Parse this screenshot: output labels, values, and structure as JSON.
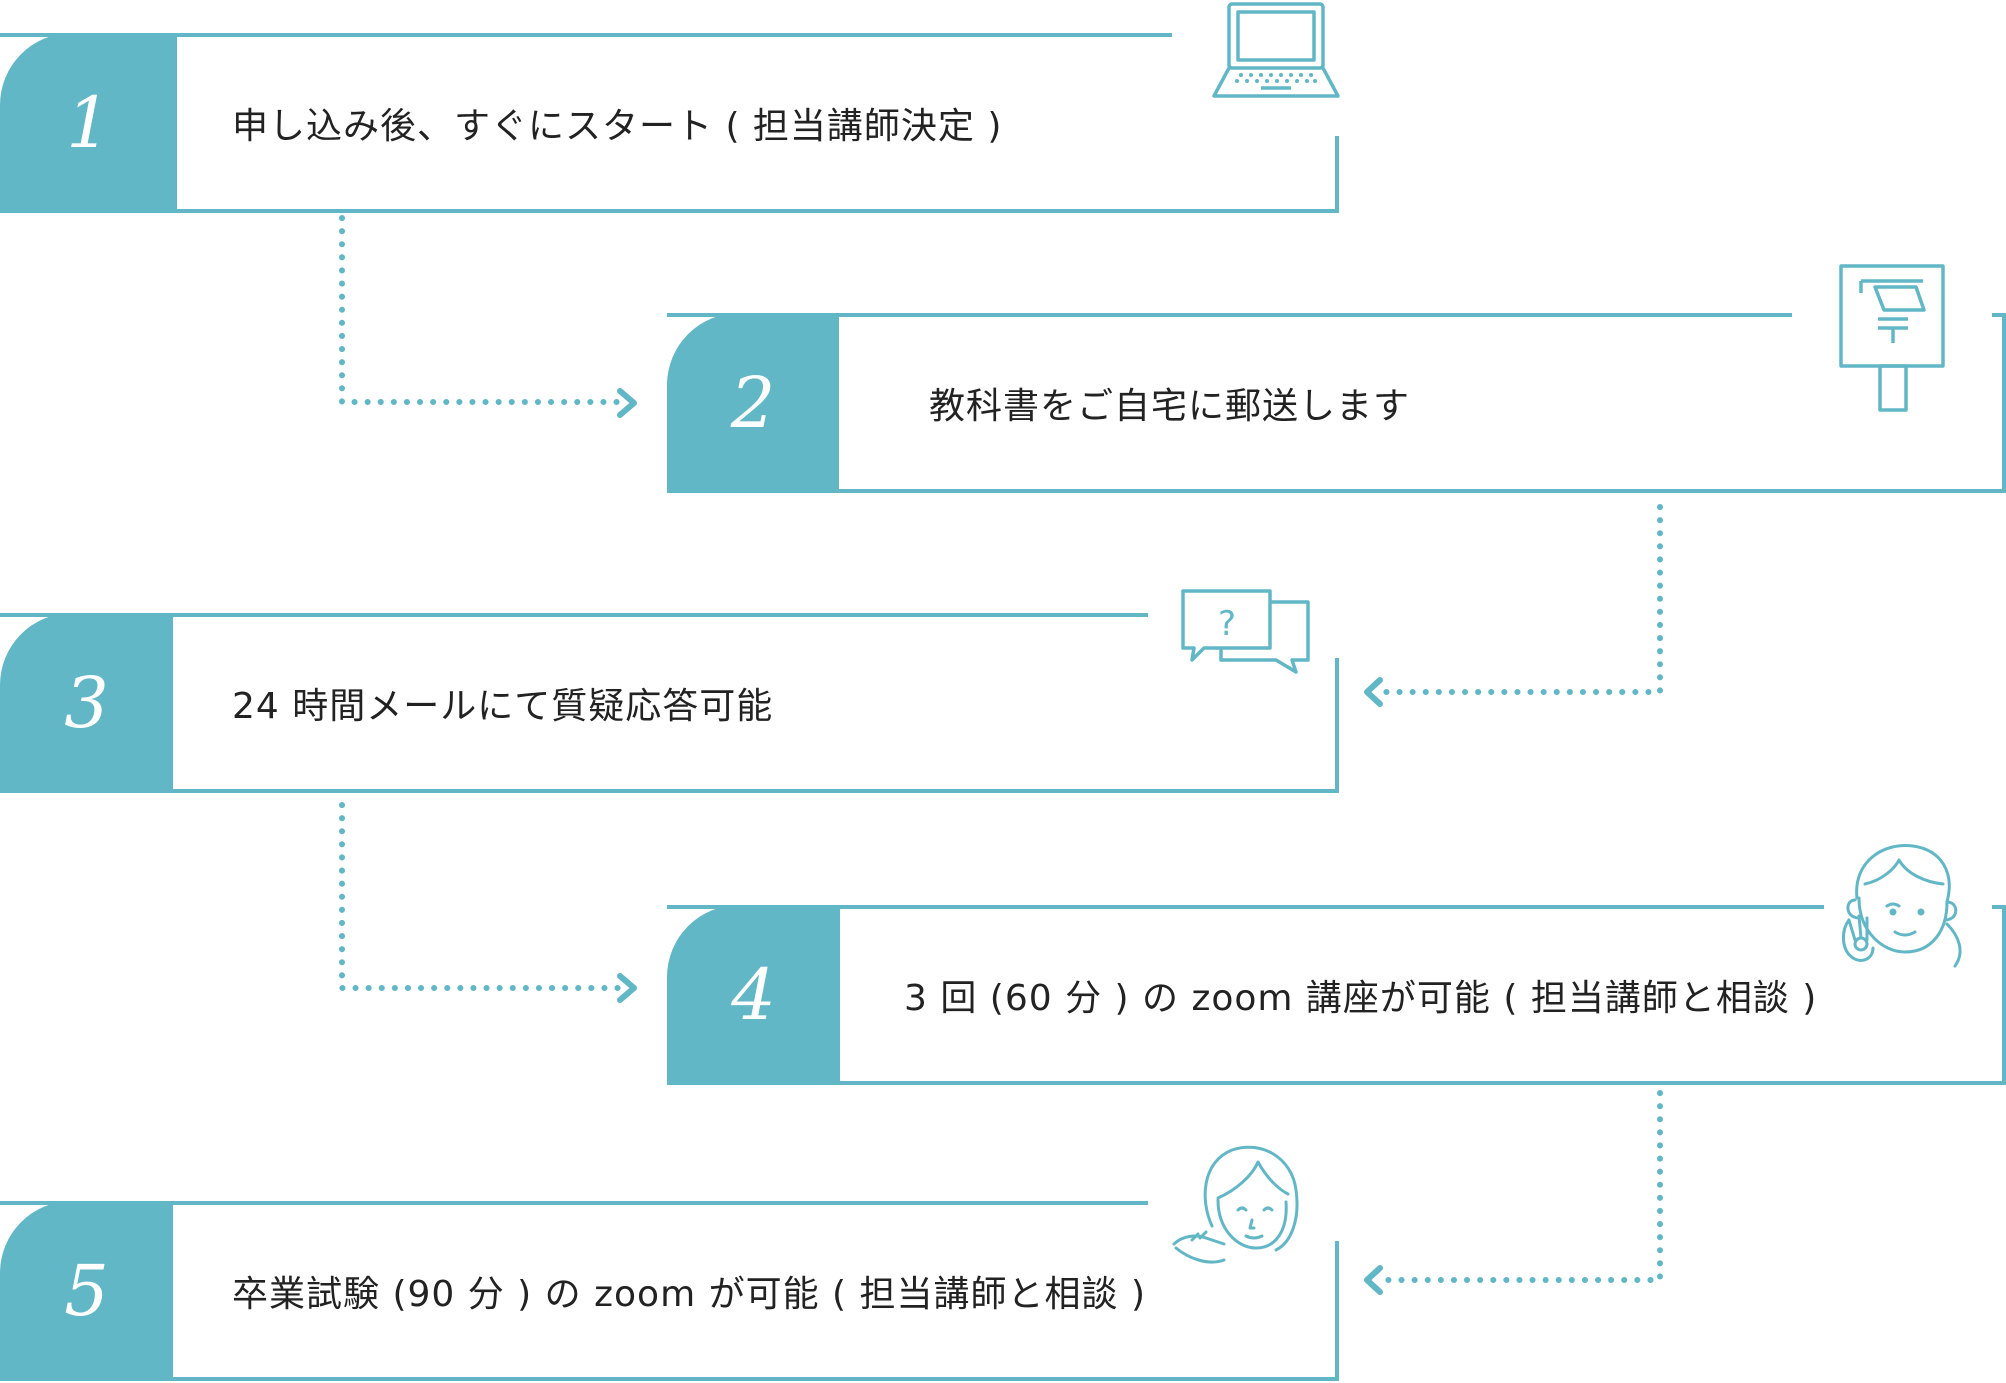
{
  "colors": {
    "accent": "#62b7c6",
    "text": "#222222",
    "background": "#ffffff"
  },
  "steps": [
    {
      "number": "1",
      "label": "申し込み後、すぐにスタート ( 担当講師決定 )",
      "icon": "laptop-icon"
    },
    {
      "number": "2",
      "label": "教科書をご自宅に郵送します",
      "icon": "mailbox-icon"
    },
    {
      "number": "3",
      "label": "24 時間メールにて質疑応答可能",
      "icon": "question-chat-icon"
    },
    {
      "number": "4",
      "label": "3 回 (60 分 ) の zoom 講座が可能 ( 担当講師と相談 )",
      "icon": "boy-ok-gesture-icon"
    },
    {
      "number": "5",
      "label": "卒業試験 (90 分 ) の zoom が可能 ( 担当講師と相談 )",
      "icon": "girl-presenting-icon"
    }
  ]
}
